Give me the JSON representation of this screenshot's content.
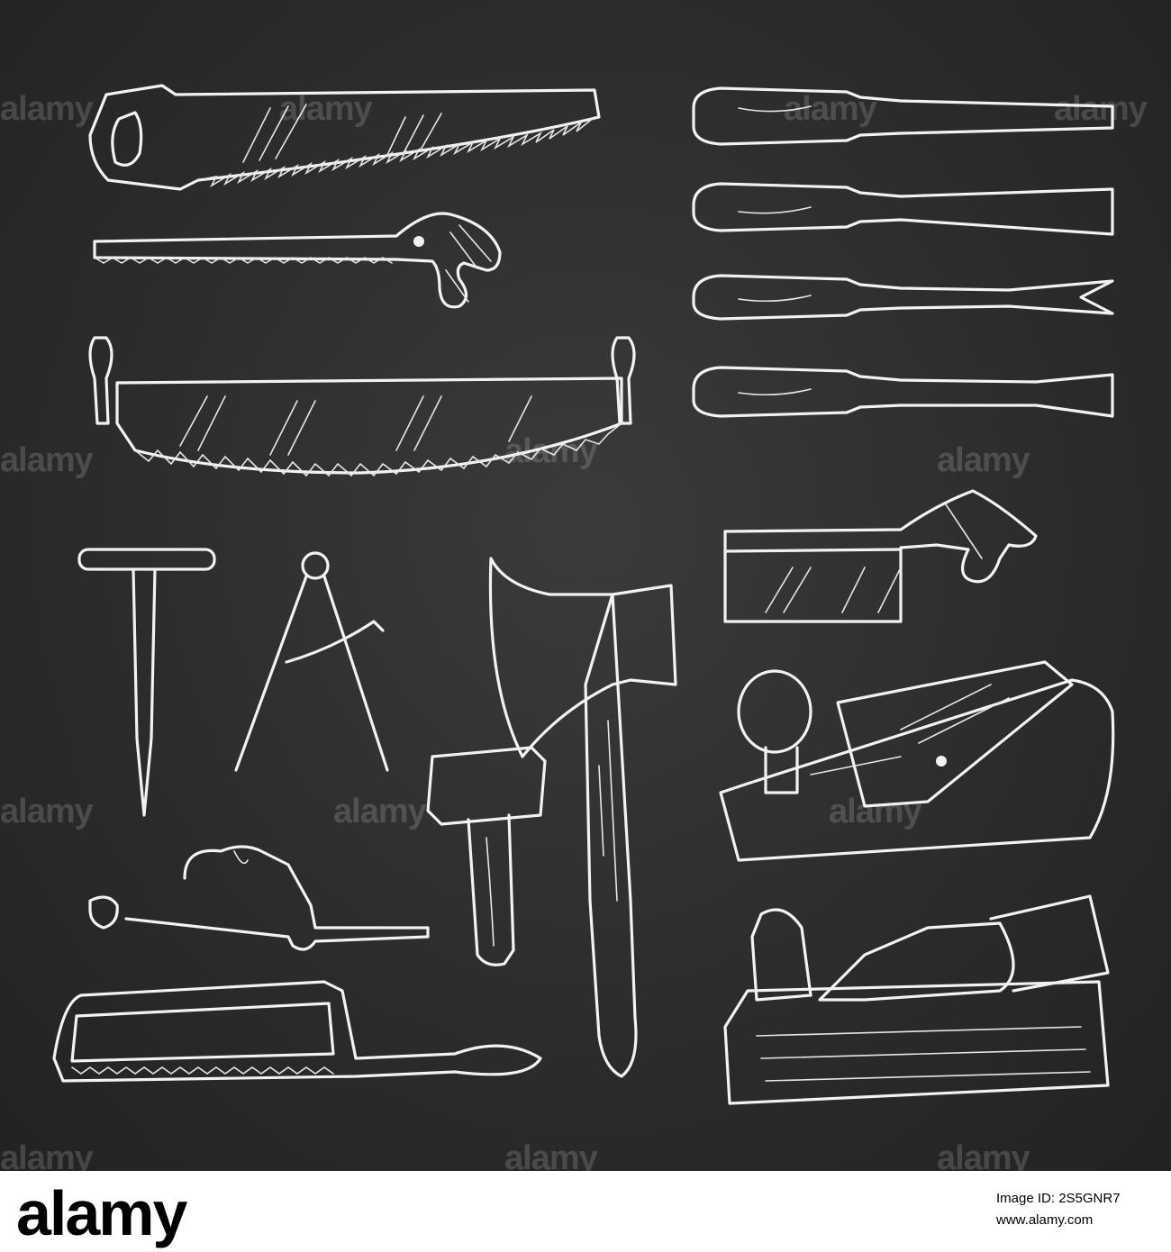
{
  "image": {
    "subject_elements": [
      "hand-saw",
      "keyhole-saw",
      "two-man-saw",
      "gimlet",
      "compass",
      "axe",
      "mallet",
      "brace-drill",
      "hacksaw",
      "chisels",
      "back-saw",
      "hand-plane",
      "wooden-plane"
    ],
    "colors": {
      "board": "#2c2c2c",
      "chalk": "#f2f2f2",
      "footer": "#ffffff",
      "footer_text": "#000000"
    }
  },
  "watermark": {
    "text": "alamy"
  },
  "footer": {
    "logo": "alamy",
    "image_id": "Image ID: 2S5GNR7",
    "url": "www.alamy.com"
  }
}
